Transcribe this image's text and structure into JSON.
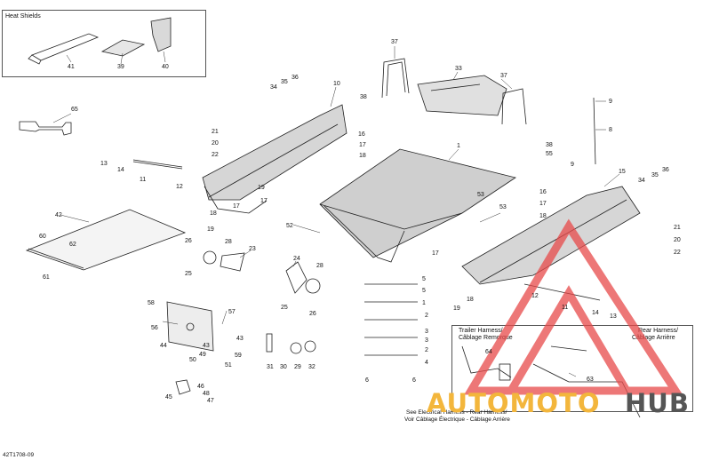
{
  "insets": {
    "heat_shields": {
      "title": "Heat Shields"
    },
    "trailer_harness": {
      "title_en": "Trailer Harness/",
      "title_fr": "Câblage Remorque"
    },
    "rear_harness": {
      "title_en": "Rear Harness/",
      "title_fr": "Câblage Arrière"
    }
  },
  "notes": {
    "see_line1": "See Electrical Harness - Rear Harness/",
    "see_line2": "Voir Câblage Électrique - Câblage Arrière"
  },
  "drawing_number": "42T1708-09",
  "watermark": {
    "left": "AUTOMOTO",
    "right": "HUB",
    "left_color": "#f3b63c",
    "right_color": "#555555",
    "logo_color": "#e84a4a"
  },
  "callouts": [
    "41",
    "39",
    "40",
    "65",
    "37",
    "33",
    "37",
    "38",
    "38",
    "55",
    "9",
    "8",
    "9",
    "34",
    "35",
    "36",
    "10",
    "21",
    "20",
    "22",
    "13",
    "14",
    "11",
    "12",
    "16",
    "17",
    "18",
    "19",
    "17",
    "18",
    "1",
    "19",
    "17",
    "15",
    "34",
    "35",
    "36",
    "16",
    "17",
    "18",
    "21",
    "20",
    "22",
    "42",
    "60",
    "62",
    "61",
    "26",
    "28",
    "23",
    "25",
    "24",
    "28",
    "25",
    "26",
    "52",
    "53",
    "53",
    "5",
    "5",
    "1",
    "2",
    "3",
    "3",
    "2",
    "4",
    "6",
    "6",
    "18",
    "19",
    "17",
    "12",
    "11",
    "14",
    "13",
    "58",
    "57",
    "56",
    "44",
    "43",
    "49",
    "59",
    "50",
    "51",
    "43",
    "45",
    "46",
    "48",
    "47",
    "31",
    "30",
    "29",
    "32",
    "64",
    "63",
    "13"
  ]
}
